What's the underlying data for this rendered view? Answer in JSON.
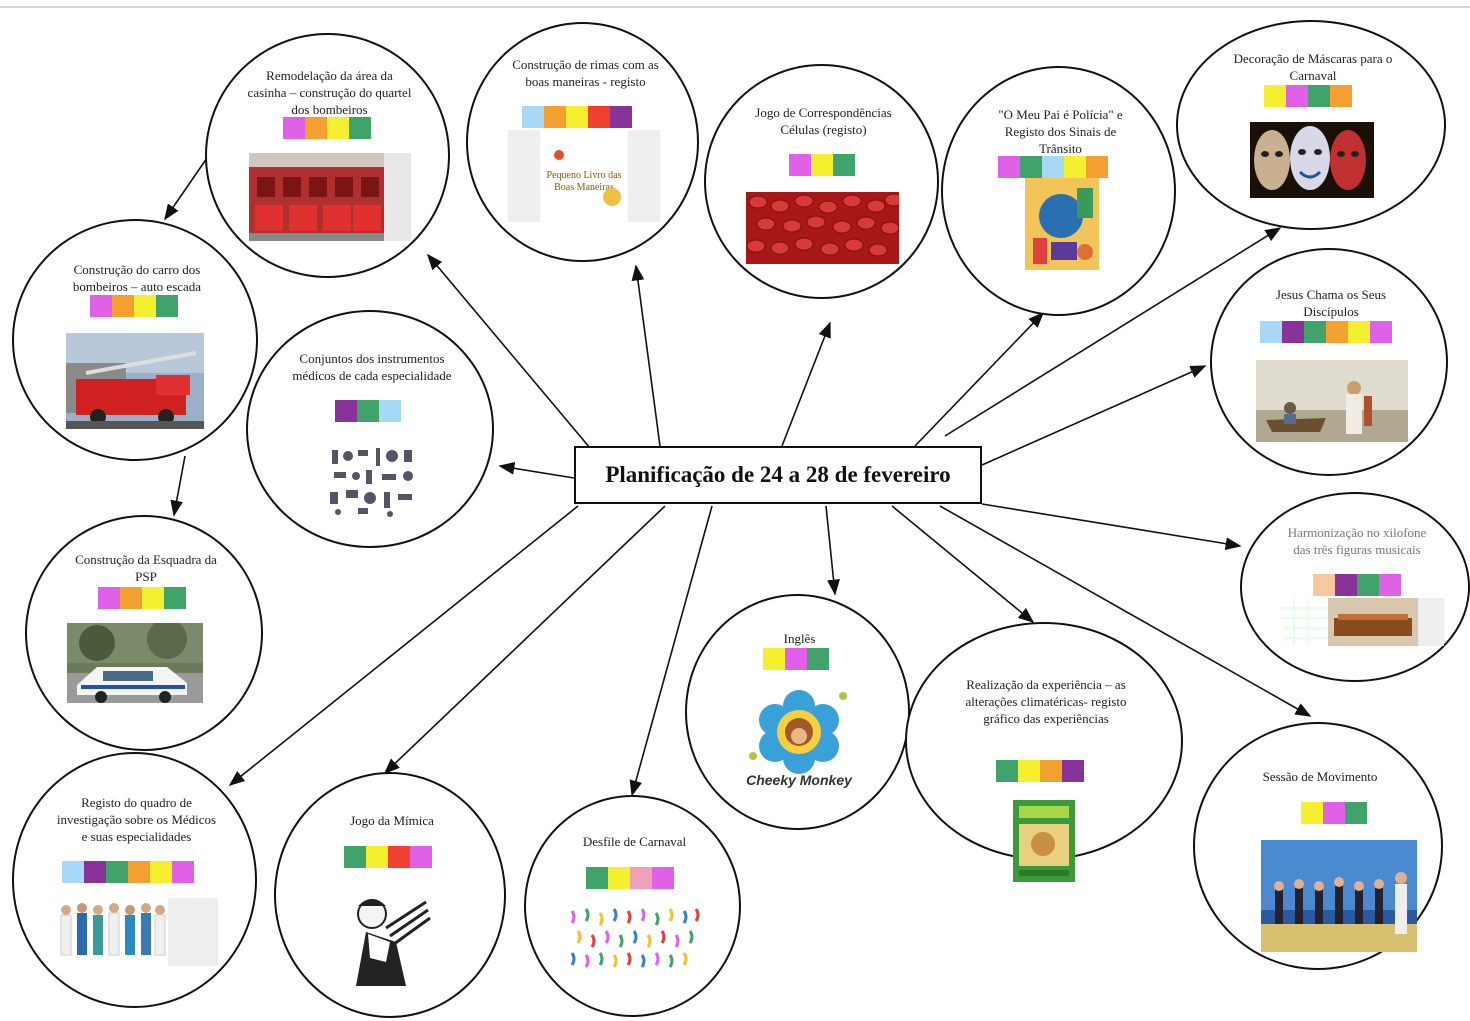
{
  "center": {
    "title": "Planificação de 24 a 28 de fevereiro"
  },
  "colors": {
    "magenta": "#e060e8",
    "orange": "#f4a030",
    "yellow": "#f4f030",
    "green": "#3fa36a",
    "lightblue": "#a8d8f8",
    "red": "#f04030",
    "purple": "#883399",
    "peach": "#f8c8a0",
    "pink": "#f0a0b8"
  },
  "nodes": [
    {
      "id": "bombeiros-quartel",
      "label": "Remodelação da área da casinha – construção do quartel dos bombeiros",
      "swatches": [
        "magenta",
        "orange",
        "yellow",
        "green"
      ],
      "image": "fire-station-photo"
    },
    {
      "id": "rimas",
      "label": "Construção de rimas com as boas maneiras - registo",
      "swatches": [
        "lightblue",
        "orange",
        "yellow",
        "red",
        "purple"
      ],
      "image": "book-cover-boas-maneiras",
      "image_text": "Pequeno Livro das Boas Maneiras"
    },
    {
      "id": "celulas",
      "label": "Jogo de Correspondências Células (registo)",
      "swatches": [
        "magenta",
        "yellow",
        "green"
      ],
      "image": "red-blood-cells-photo"
    },
    {
      "id": "meu-pai",
      "label": "\"O Meu Pai é Polícia\" e Registo dos Sinais de Trânsito",
      "swatches": [
        "magenta",
        "green",
        "lightblue",
        "yellow",
        "orange"
      ],
      "image": "book-cover-meu-pai-policia"
    },
    {
      "id": "mascaras",
      "label": "Decoração de Máscaras para o Carnaval",
      "swatches": [
        "yellow",
        "magenta",
        "green",
        "orange"
      ],
      "image": "carnival-masks-photo"
    },
    {
      "id": "carro-bombeiros",
      "label": "Construção do carro dos bombeiros – auto escada",
      "swatches": [
        "magenta",
        "orange",
        "yellow",
        "green"
      ],
      "image": "fire-truck-photo"
    },
    {
      "id": "instrumentos",
      "label": "Conjuntos dos instrumentos médicos de cada especialidade",
      "swatches": [
        "purple",
        "green",
        "lightblue"
      ],
      "image": "medical-instruments-clipart"
    },
    {
      "id": "jesus",
      "label": "Jesus Chama os Seus Discípulos",
      "swatches": [
        "lightblue",
        "purple",
        "green",
        "orange",
        "yellow",
        "magenta"
      ],
      "image": "jesus-disciples-painting"
    },
    {
      "id": "harmonizacao",
      "label": "Harmonização no xilofone das três figuras musicais",
      "swatches": [
        "peach",
        "purple",
        "green",
        "magenta"
      ],
      "image": "xylophone-photo"
    },
    {
      "id": "esquadra",
      "label": "Construção da Esquadra da PSP",
      "swatches": [
        "magenta",
        "orange",
        "yellow",
        "green"
      ],
      "image": "police-car-photo"
    },
    {
      "id": "ingles",
      "label": "Inglês",
      "swatches": [
        "yellow",
        "magenta",
        "green"
      ],
      "image": "cheeky-monkey-logo",
      "image_text": "Cheeky Monkey"
    },
    {
      "id": "experiencia",
      "label": "Realização da experiência – as alterações climatéricas- registo gráfico das experiências",
      "swatches": [
        "green",
        "yellow",
        "orange",
        "purple"
      ],
      "image": "science-book-cover"
    },
    {
      "id": "movimento",
      "label": "Sessão de Movimento",
      "swatches": [
        "yellow",
        "magenta",
        "green"
      ],
      "image": "gym-class-photo"
    },
    {
      "id": "registo-medicos",
      "label": "Registo do quadro de investigação sobre os Médicos e suas especialidades",
      "swatches": [
        "lightblue",
        "purple",
        "green",
        "orange",
        "yellow",
        "magenta"
      ],
      "image": "doctors-group-photo"
    },
    {
      "id": "mimica",
      "label": "Jogo da Mímica",
      "swatches": [
        "green",
        "yellow",
        "red",
        "magenta"
      ],
      "image": "mime-clipart"
    },
    {
      "id": "desfile",
      "label": "Desfile de Carnaval",
      "swatches": [
        "green",
        "yellow",
        "pink",
        "magenta"
      ],
      "image": "confetti-image"
    }
  ]
}
